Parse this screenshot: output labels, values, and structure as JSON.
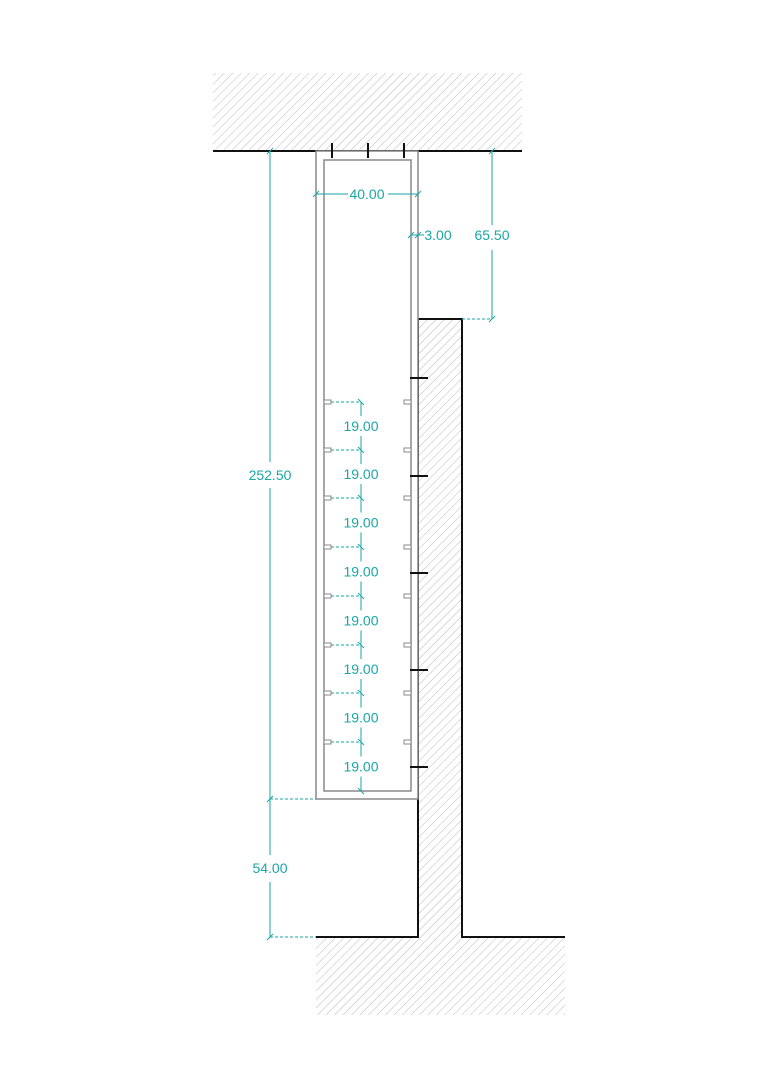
{
  "colors": {
    "dimension": "#1aa6a6",
    "outline": "#111111",
    "cabinet": "#888888",
    "hatch": "#bbbbbb"
  },
  "dimensions": {
    "cabinet_width": "40.00",
    "wall_gap": "3.00",
    "top_offset": "65.50",
    "cabinet_height": "252.50",
    "floor_clearance": "54.00",
    "shelf_spacings": [
      "19.00",
      "19.00",
      "19.00",
      "19.00",
      "19.00",
      "19.00",
      "19.00",
      "19.00"
    ]
  }
}
